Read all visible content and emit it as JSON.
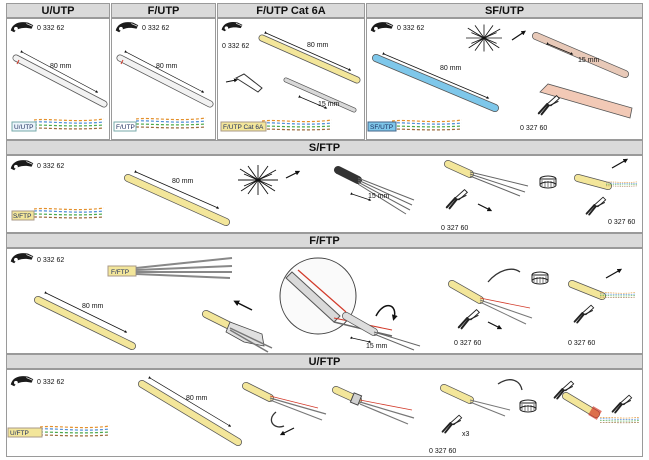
{
  "sections": {
    "u_utp": {
      "title": "U/UTP",
      "code": "0 332 62",
      "dim": "80 mm",
      "tag": "U/UTP"
    },
    "f_utp": {
      "title": "F/UTP",
      "code": "0 332 62",
      "dim": "80 mm",
      "tag": "F/UTP"
    },
    "f_utp_6a": {
      "title": "F/UTP Cat 6A",
      "code": "0 332 62",
      "dim1": "80 mm",
      "dim2": "15 mm",
      "tag": "F/UTP Cat 6A"
    },
    "sf_utp": {
      "title": "SF/UTP",
      "code": "0 332 62",
      "dim1": "80 mm",
      "dim2": "15 mm",
      "tag": "SF/UTP",
      "cutter": "0 327 60"
    },
    "s_ftp": {
      "title": "S/FTP",
      "code": "0 332 62",
      "dim1": "80 mm",
      "dim2": "15 mm",
      "tag": "S/FTP",
      "cutter1": "0 327 60",
      "cutter2": "0 327 60"
    },
    "f_ftp": {
      "title": "F/FTP",
      "code": "0 332 62",
      "dim1": "80 mm",
      "dim2": "15 mm",
      "tag": "F/FTP",
      "cutter1": "0 327 60",
      "cutter2": "0 327 60"
    },
    "u_ftp": {
      "title": "U/FTP",
      "code": "0 332 62",
      "dim": "80 mm",
      "tag": "U/FTP",
      "cutter": "0 327 60",
      "times": "x3"
    }
  },
  "colors": {
    "jacket": "#f3e69a",
    "shield": "#7ec7ea",
    "grey": "#d8d8d8",
    "red": "#d23a2a"
  }
}
